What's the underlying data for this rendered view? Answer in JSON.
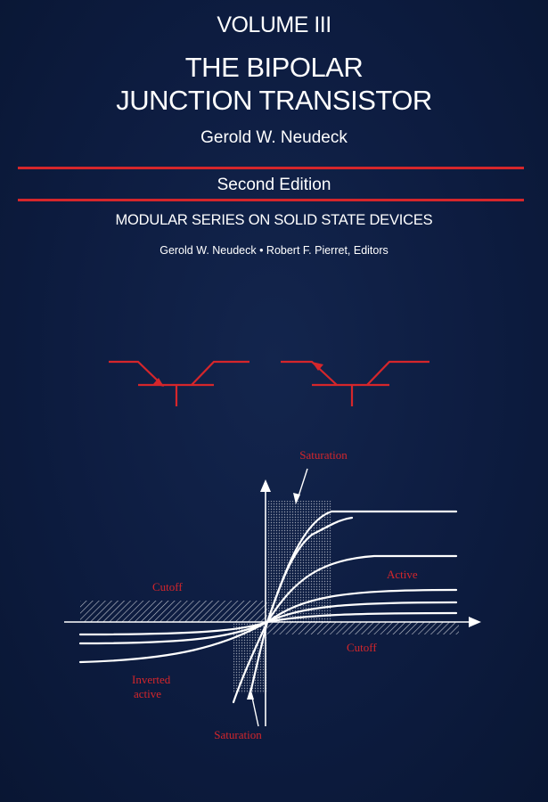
{
  "cover": {
    "volume": "VOLUME III",
    "title_line1": "THE BIPOLAR",
    "title_line2": "JUNCTION TRANSISTOR",
    "author": "Gerold W. Neudeck",
    "edition": "Second Edition",
    "series": "MODULAR SERIES ON SOLID STATE DEVICES",
    "editors": "Gerold W. Neudeck • Robert F. Pierret, Editors"
  },
  "figure": {
    "labels": {
      "saturation_top": "Saturation",
      "active": "Active",
      "cutoff_left": "Cutoff",
      "cutoff_right": "Cutoff",
      "inverted_line1": "Inverted",
      "inverted_line2": "active",
      "saturation_bottom": "Saturation"
    }
  },
  "colors": {
    "background": "#0d1c40",
    "accent_red": "#d5262b",
    "text": "#ffffff"
  }
}
